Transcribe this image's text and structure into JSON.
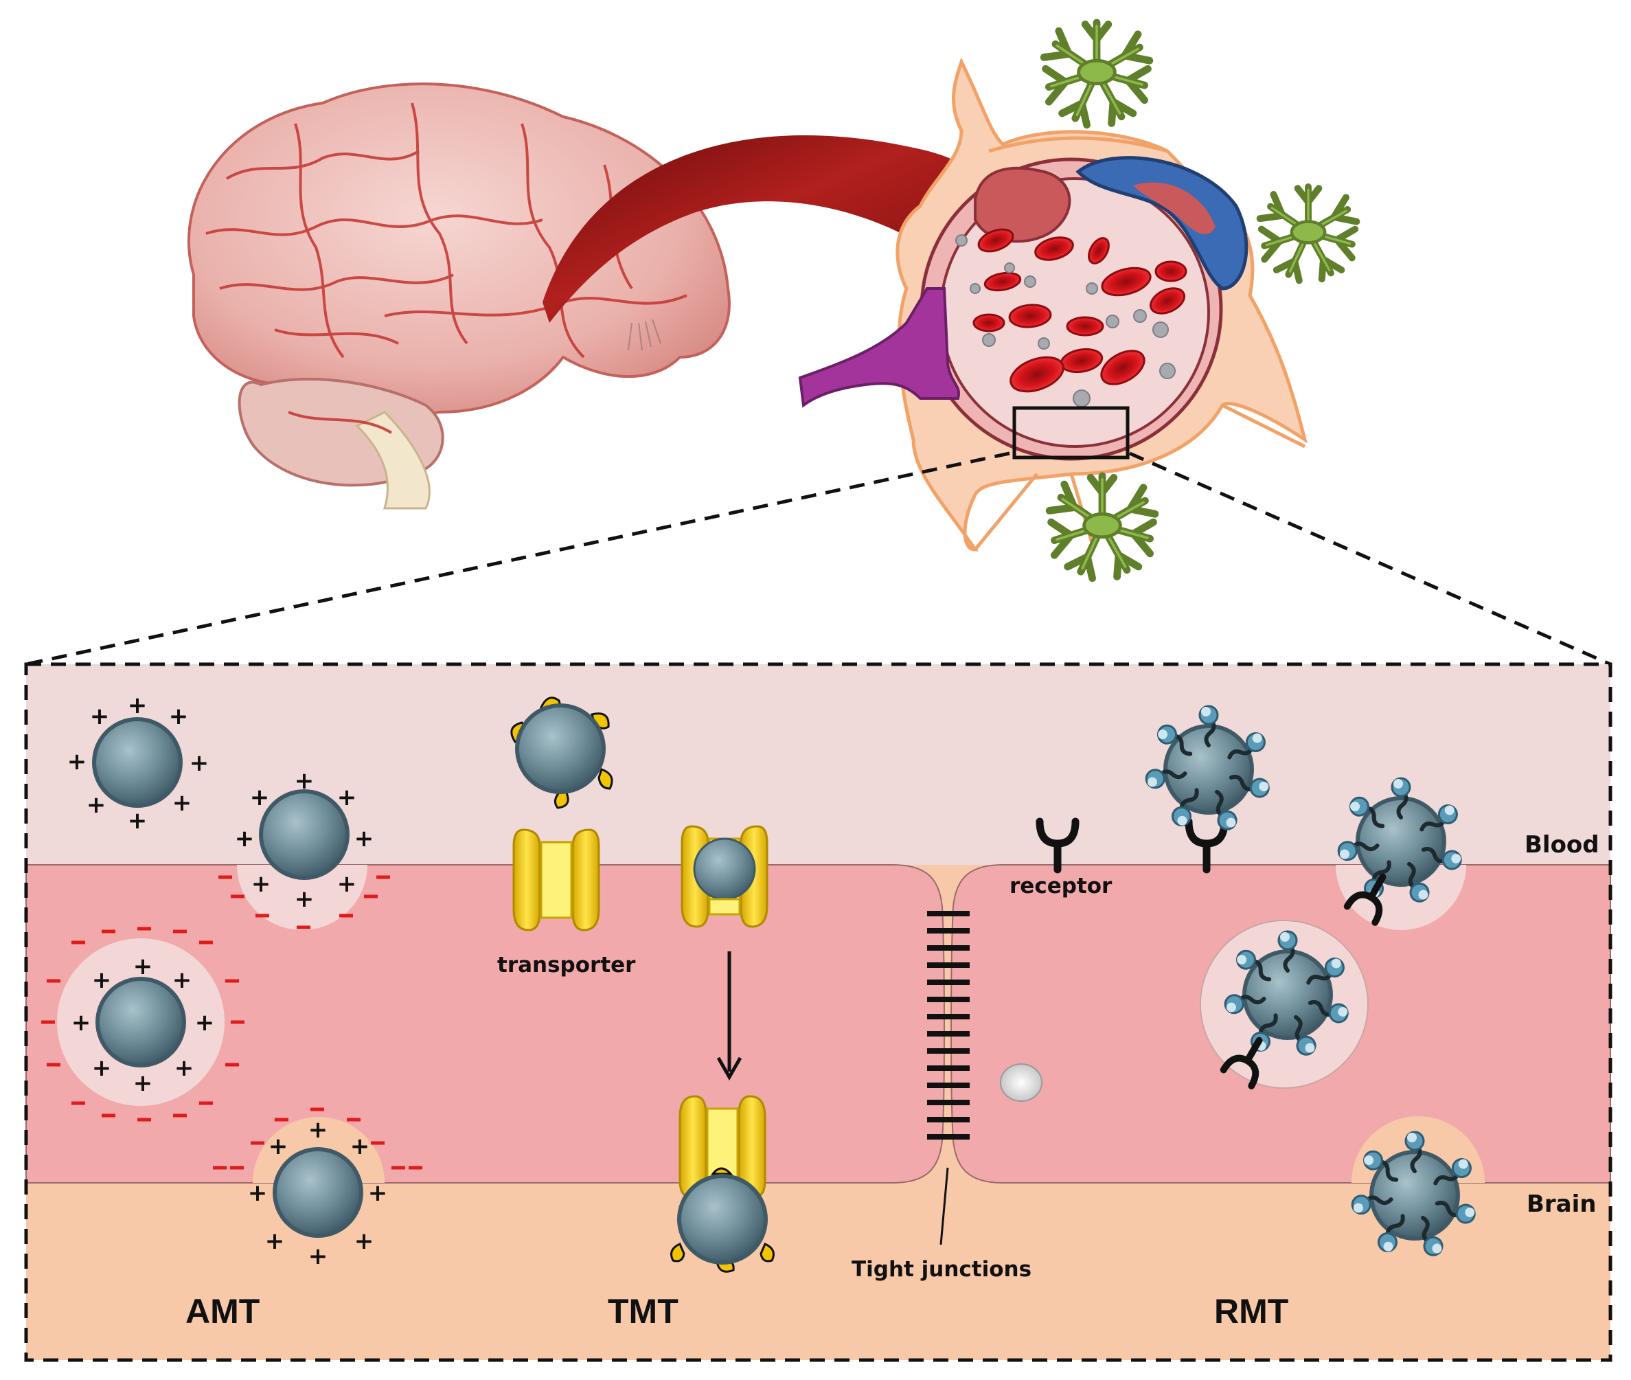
{
  "labels": {
    "blood": "Blood",
    "brain": "Brain",
    "receptor": "receptor",
    "transporter": "transporter",
    "tight_junctions": "Tight junctions",
    "amt": "AMT",
    "tmt": "TMT",
    "rmt": "RMT"
  },
  "colors": {
    "blood_layer": "#efd9d9",
    "endothelium": "#f2a9ab",
    "brain_layer": "#f8c9a8",
    "nanoparticle": "#6e8d99",
    "positive_charge": "#111111",
    "negative_charge": "#e01b1b",
    "transporter": "#f4d000",
    "ligand_yellow": "#f2c400",
    "ligand_blue": "#5a9bb8",
    "astrocyte": "#5f7f2a",
    "pericyte": "#3b6bb5",
    "neuron_process": "#a3349b",
    "red_blood_cell": "#d8141b",
    "vessel_wall": "#d99a9a"
  },
  "icons": {
    "brain": "brain-illustration",
    "artery": "artery-tube",
    "capillary": "capillary-cross-section",
    "astrocyte": "astrocyte-icon",
    "nanoparticle": "nanoparticle-icon",
    "transporter": "transporter-protein-icon",
    "receptor": "receptor-icon",
    "arrow": "arrow-down-icon"
  }
}
